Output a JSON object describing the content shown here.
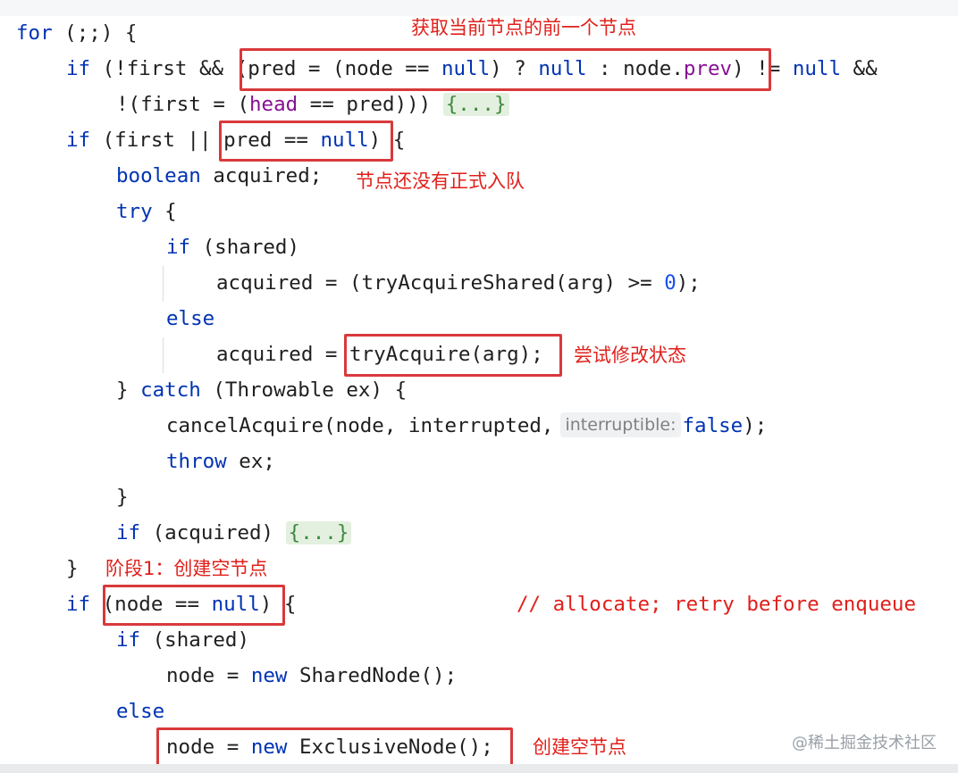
{
  "code": {
    "l1": {
      "kw_for": "for",
      "rest": " (;;) {"
    },
    "l2": {
      "kw_if": "if",
      "t1": " (!first && ",
      "t2": "(pred = (node == ",
      "null1": "null",
      "t3": ") ? ",
      "null2": "null",
      "t4": " : node.",
      "prev": "prev",
      "t5": ")",
      "t6": " != ",
      "null3": "null",
      "t7": " &&"
    },
    "l3": {
      "t1": "!(first = (",
      "head": "head",
      "t2": " == pred))) ",
      "fold": "{...}"
    },
    "l4": {
      "kw_if": "if",
      "t1": " (first || ",
      "t2": "pred == ",
      "null": "null",
      "t3": ")",
      "t4": " {"
    },
    "l5": {
      "kw_boolean": "boolean",
      "t1": " acquired;"
    },
    "l6": {
      "kw_try": "try",
      "t1": " {"
    },
    "l7": {
      "kw_if": "if",
      "t1": " (shared)"
    },
    "l8": {
      "t1": "acquired = (tryAcquireShared(arg) >= ",
      "zero": "0",
      "t2": ");"
    },
    "l9": {
      "kw_else": "else"
    },
    "l10": {
      "t1": "acquired = ",
      "t2": "tryAcquire(arg);"
    },
    "l11": {
      "t1": "} ",
      "kw_catch": "catch",
      "t2": " (Throwable ex) {"
    },
    "l12": {
      "t1": "cancelAcquire(node, interrupted,",
      "hint": "interruptible:",
      "kw_false": "false",
      "t2": ");"
    },
    "l13": {
      "kw_throw": "throw",
      "t1": " ex;"
    },
    "l14": {
      "t1": "}"
    },
    "l15": {
      "kw_if": "if",
      "t1": " (acquired) ",
      "fold": "{...}"
    },
    "l16": {
      "t1": "}"
    },
    "l17": {
      "kw_if": "if",
      "t1": " ",
      "t2": "(node == ",
      "null": "null",
      "t3": ")",
      "t4": " {",
      "comment": "// allocate; retry before enqueue"
    },
    "l18": {
      "kw_if": "if",
      "t1": " (shared)"
    },
    "l19": {
      "t1": "node = ",
      "kw_new": "new",
      "t2": " SharedNode();"
    },
    "l20": {
      "kw_else": "else"
    },
    "l21": {
      "t1": "node = ",
      "kw_new": "new",
      "t2": " ExclusiveNode();"
    }
  },
  "annotations": {
    "a1": "获取当前节点的前一个节点",
    "a2": "节点还没有正式入队",
    "a3": "尝试修改状态",
    "a4": "阶段1：创建空节点",
    "a5": "创建空节点"
  },
  "watermark": "@稀土掘金技术社区",
  "colors": {
    "keyword": "#0033b3",
    "field": "#871094",
    "number": "#1750eb",
    "annotation": "#e0201b",
    "highlight_box": "#d9393b",
    "fold_bg": "#e3f0df"
  }
}
